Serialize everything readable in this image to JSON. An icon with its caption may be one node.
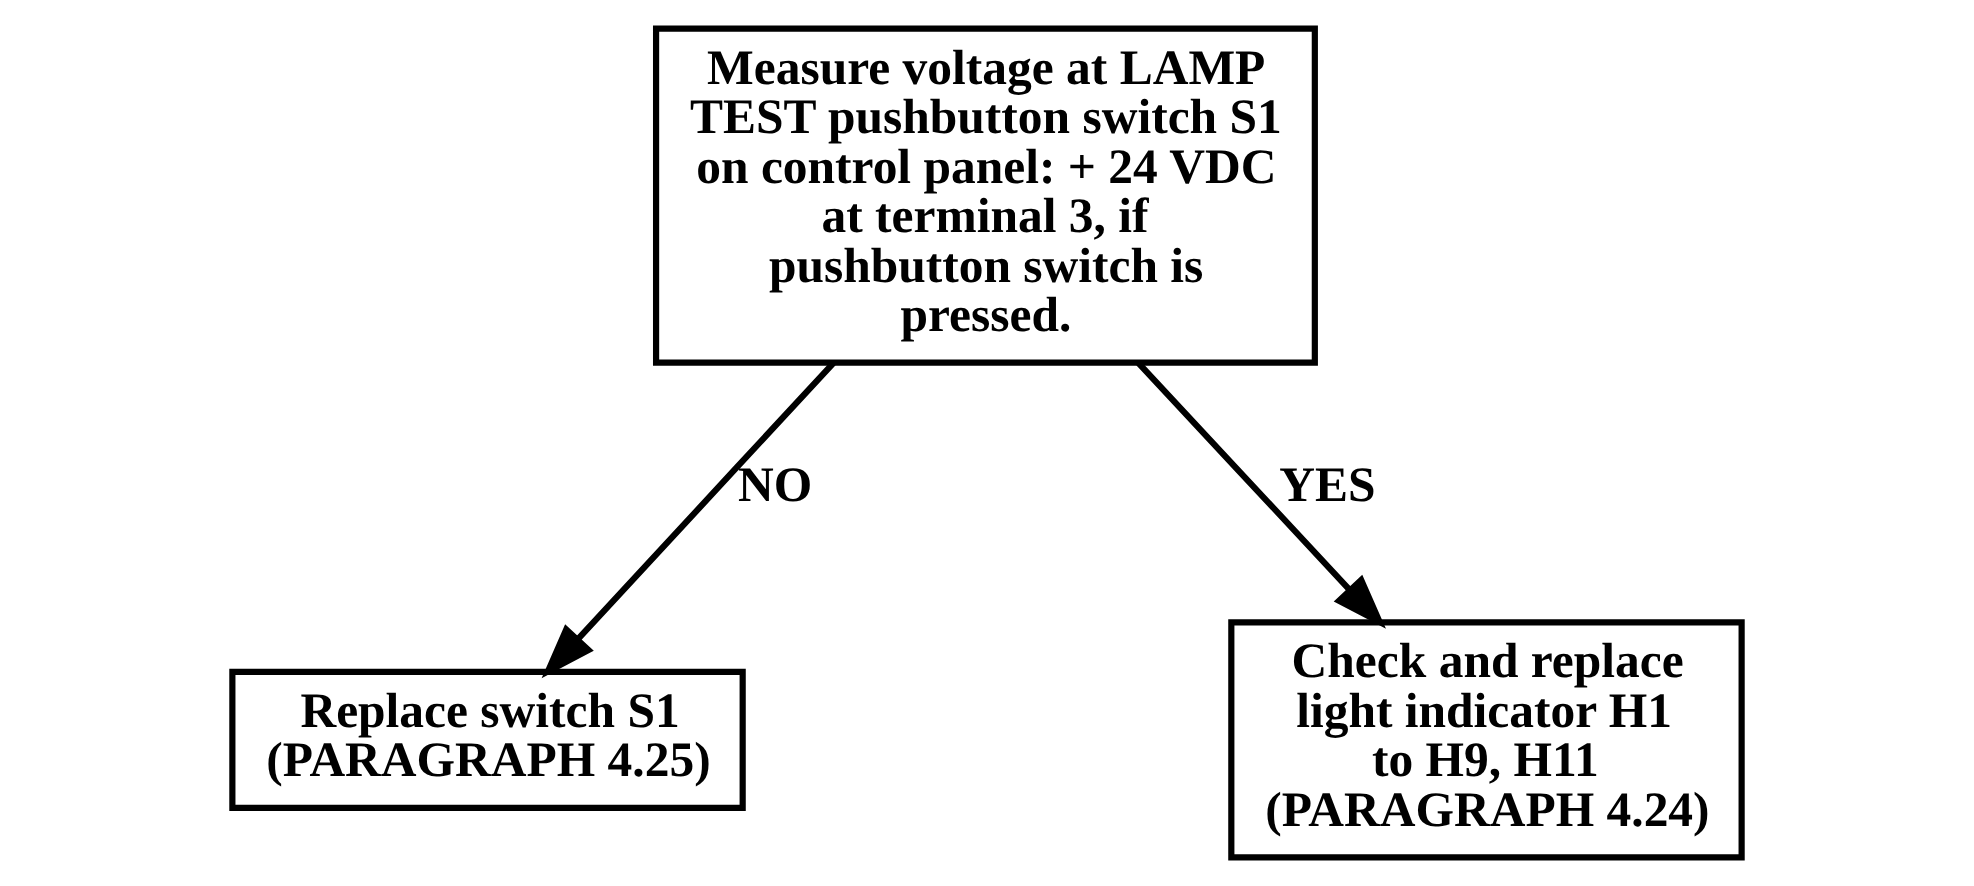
{
  "diagram": {
    "nodes": [
      {
        "text": [
          "Measure voltage at LAMP TEST pushbutton switch S1 on control panel: + 24 VDC at terminal 3, if pushbutton switch is pressed."
        ]
      },
      {
        "text": [
          "Replace switch S1 (PARAGRAPH 4.25)"
        ]
      },
      {
        "text": [
          "Check and replace light indicator H1 to H9, H11 (PARAGRAPH 4.24)"
        ]
      }
    ],
    "edges": [
      {
        "from": 0,
        "to": 1,
        "arrow": "to",
        "label": "NO"
      },
      {
        "from": 0,
        "to": 2,
        "arrow": "to",
        "label": "YES"
      }
    ]
  }
}
